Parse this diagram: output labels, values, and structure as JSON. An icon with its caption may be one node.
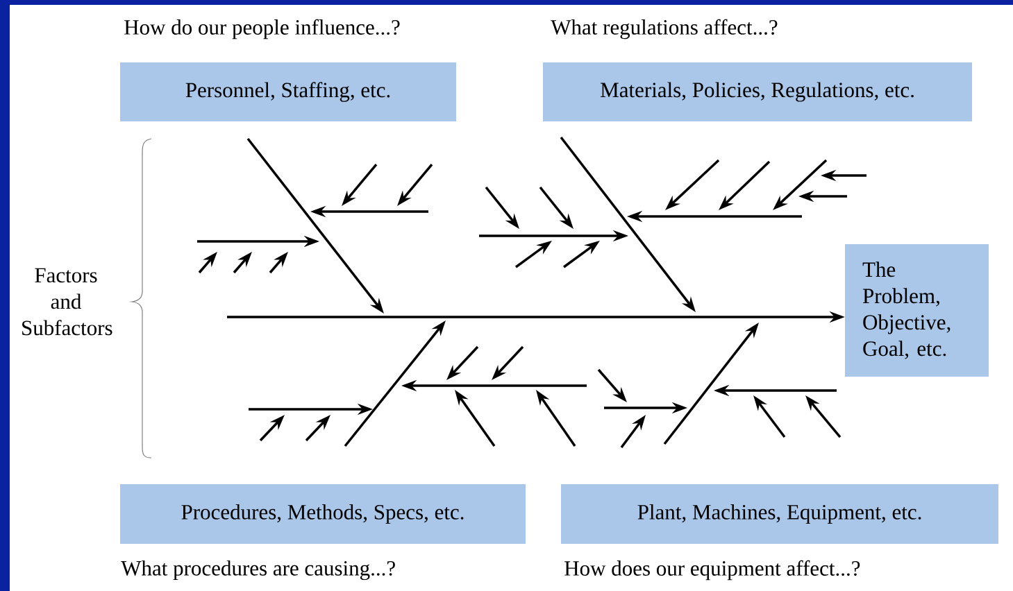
{
  "diagram": {
    "nodes": [
      {
        "text": [
          "Personnel, Staffing, etc."
        ],
        "beside": [
          "How do our people influence...?"
        ]
      },
      {
        "text": [
          "Materials, Policies, Regulations, etc."
        ],
        "beside": [
          "What regulations affect...?"
        ]
      },
      {
        "text": [
          "Procedures, Methods, Specs, etc."
        ],
        "beside": [
          "What procedures are causing...?"
        ]
      },
      {
        "text": [
          "Plant, Machines, Equipment, etc."
        ],
        "beside": [
          "How does our equipment affect...?"
        ]
      },
      {
        "text": [
          "The Problem, Objective, Goal, etc."
        ]
      }
    ],
    "edges": [
      {
        "from": null,
        "to": 4,
        "arrow": "to"
      }
    ],
    "labels": [
      "Factors and Subfactors"
    ]
  }
}
